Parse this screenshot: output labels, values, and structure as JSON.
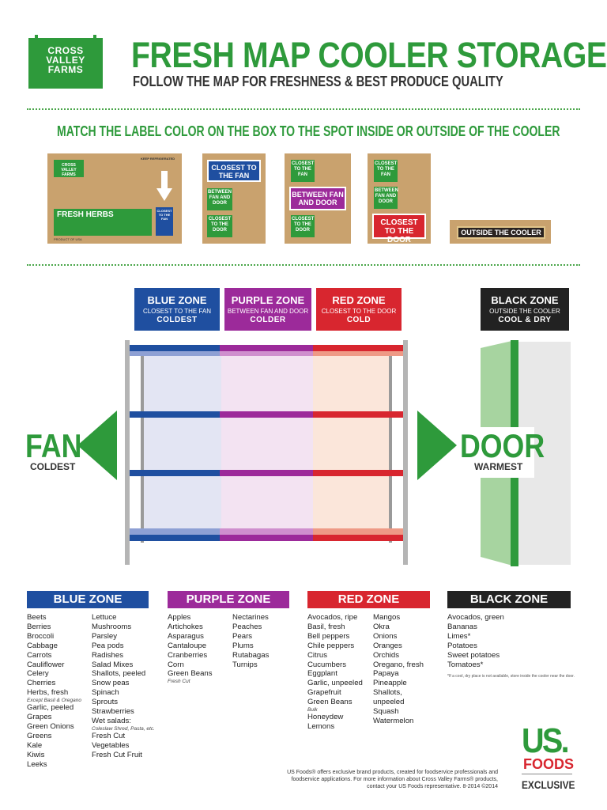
{
  "header": {
    "logo_text": "CROSS VALLEY FARMS",
    "title": "FRESH MAP COOLER STORAGE",
    "subtitle": "FOLLOW THE MAP FOR FRESHNESS & BEST PRODUCE QUALITY"
  },
  "instruction": "MATCH THE LABEL COLOR ON THE BOX TO THE SPOT INSIDE OR OUTSIDE OF THE COOLER",
  "sample_box": {
    "logo_text": "CROSS VALLEY FARMS",
    "keep_text": "KEEP REFRIGERATED",
    "product": "FRESH HERBS",
    "origin": "PRODUCT OF USA",
    "tag_text": "CLOSEST TO THE FAN"
  },
  "box_labels": {
    "closest_fan": "CLOSEST TO THE FAN",
    "between": "BETWEEN FAN AND DOOR",
    "closest_door": "CLOSEST TO THE DOOR",
    "outside": "OUTSIDE THE COOLER"
  },
  "zones": {
    "blue": {
      "name": "BLUE ZONE",
      "desc": "CLOSEST TO THE FAN",
      "temp": "COLDEST",
      "color": "#1f4fa0"
    },
    "purple": {
      "name": "PURPLE ZONE",
      "desc": "BETWEEN FAN AND DOOR",
      "temp": "COLDER",
      "color": "#9c2a9a"
    },
    "red": {
      "name": "RED ZONE",
      "desc": "CLOSEST TO THE DOOR",
      "temp": "COLD",
      "color": "#d8262f"
    },
    "black": {
      "name": "BLACK ZONE",
      "desc": "OUTSIDE THE COOLER",
      "temp": "COOL & DRY",
      "color": "#222222"
    }
  },
  "fan": {
    "word": "FAN",
    "sub": "COLDEST"
  },
  "door": {
    "word": "DOOR",
    "sub": "WARMEST"
  },
  "lists": {
    "blue_col1": [
      "Beets",
      "Berries",
      "Broccoli",
      "Cabbage",
      "Carrots",
      "Cauliflower",
      "Celery",
      "Cherries",
      "Herbs, fresh",
      "Garlic, peeled",
      "Grapes",
      "Green Onions",
      "Greens",
      "Kale",
      "Kiwis",
      "Leeks"
    ],
    "blue_herbs_note": "Except Basil & Oregano",
    "blue_col2": [
      "Lettuce",
      "Mushrooms",
      "Parsley",
      "Pea pods",
      "Radishes",
      "Salad Mixes",
      "Shallots, peeled",
      "Snow peas",
      "Spinach",
      "Sprouts",
      "Strawberries",
      "Wet salads:"
    ],
    "blue_wet_note": "Coleslaw Shred, Pasta, etc.",
    "blue_col2_end": [
      "Fresh Cut Vegetables",
      "Fresh Cut Fruit"
    ],
    "purple_col1": [
      "Apples",
      "Artichokes",
      "Asparagus",
      "Cantaloupe",
      "Cranberries",
      "Corn",
      "Green Beans"
    ],
    "purple_green_note": "Fresh Cut",
    "purple_col2": [
      "Nectarines",
      "Peaches",
      "Pears",
      "Plums",
      "Rutabagas",
      "Turnips"
    ],
    "red_col1": [
      "Avocados, ripe",
      "Basil, fresh",
      "Bell peppers",
      "Chile peppers",
      "Citrus",
      "Cucumbers",
      "Eggplant",
      "Garlic, unpeeled",
      "Grapefruit",
      "Green Beans"
    ],
    "red_green_note": "Bulk",
    "red_col1_end": [
      "Honeydew",
      "Lemons"
    ],
    "red_col2": [
      "Mangos",
      "Okra",
      "Onions",
      "Oranges",
      "Orchids",
      "Oregano, fresh",
      "Papaya",
      "Pineapple",
      "Shallots, unpeeled",
      "Squash",
      "Watermelon"
    ],
    "black_col": [
      "Avocados, green",
      "Bananas",
      "Limes*",
      "Potatoes",
      "Sweet potatoes",
      "Tomatoes*"
    ],
    "black_note": "*If a cool, dry place is not available, store inside the cooler near the door."
  },
  "footer": {
    "text": "US Foods® offers exclusive brand products, created for foodservice professionals and foodservice applications. For more information about Cross Valley Farms® products, contact your US Foods representative. 8-2014 ©2014",
    "us": "US.",
    "foods": "FOODS",
    "exclusive": "EXCLUSIVE"
  }
}
